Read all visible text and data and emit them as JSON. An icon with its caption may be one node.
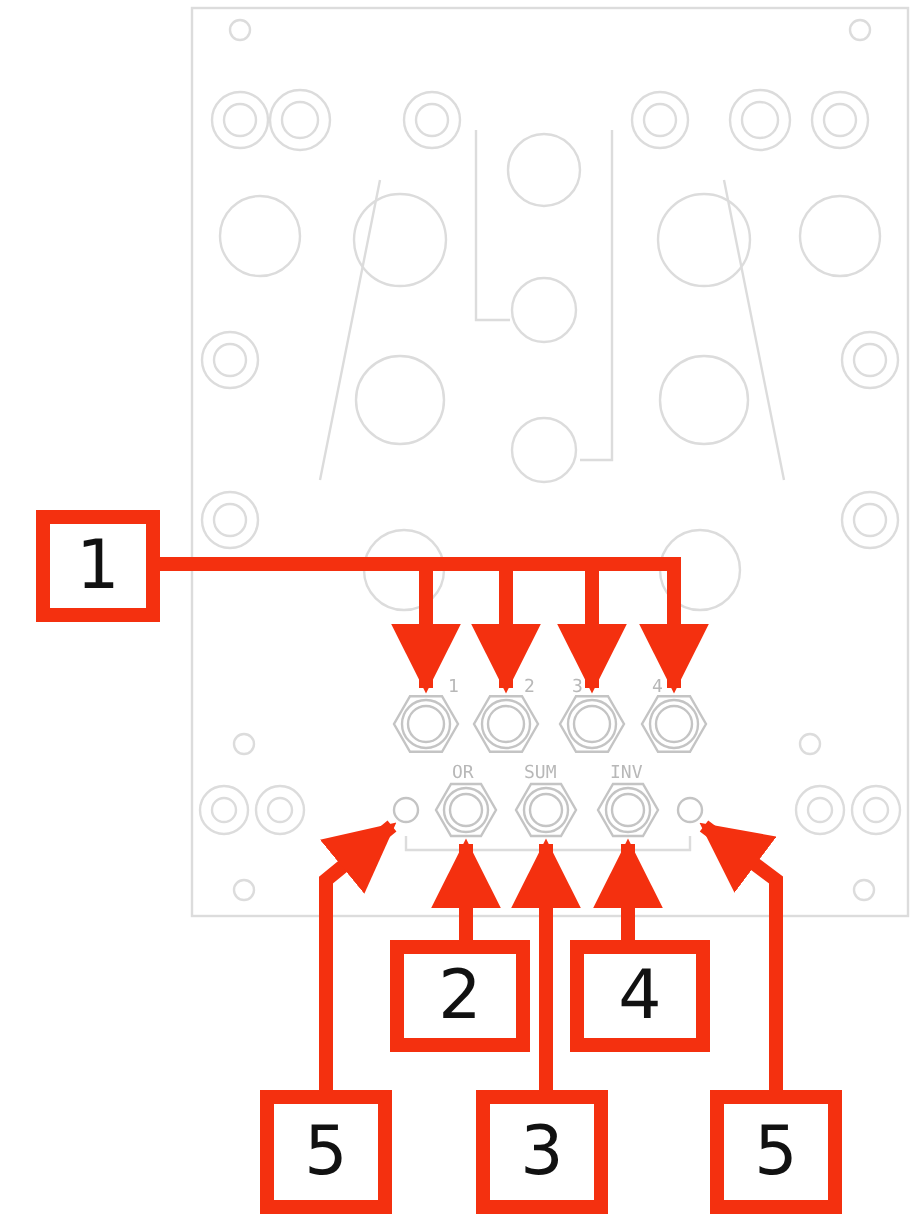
{
  "diagram": {
    "nodes": [
      {
        "text": [
          "1"
        ]
      },
      {
        "text": [],
        "shape": "circle"
      },
      {
        "text": [],
        "shape": "circle"
      },
      {
        "text": [],
        "shape": "circle"
      },
      {
        "text": [],
        "shape": "circle"
      },
      {
        "text": [],
        "shape": "circle"
      },
      {
        "text": [],
        "shape": "circle"
      },
      {
        "text": [],
        "shape": "circle"
      },
      {
        "text": [],
        "shape": "circle"
      },
      {
        "text": [],
        "shape": "circle"
      },
      {
        "text": [
          "2"
        ]
      },
      {
        "text": [
          "4"
        ]
      },
      {
        "text": [
          "5"
        ]
      },
      {
        "text": [
          "3"
        ]
      },
      {
        "text": [
          "5"
        ]
      }
    ],
    "edges": [
      {
        "from": 0,
        "to": 1,
        "arrow": "to"
      },
      {
        "from": 0,
        "to": 2,
        "arrow": "to"
      },
      {
        "from": 0,
        "to": 3,
        "arrow": "to"
      },
      {
        "from": 0,
        "to": 4,
        "arrow": "to"
      },
      {
        "from": 10,
        "to": 6,
        "arrow": "to"
      },
      {
        "from": 13,
        "to": 7,
        "arrow": "to"
      },
      {
        "from": 11,
        "to": 8,
        "arrow": "to"
      },
      {
        "from": 12,
        "to": 5,
        "arrow": "to"
      },
      {
        "from": 14,
        "to": 9,
        "arrow": "to"
      }
    ],
    "labels": [
      "1",
      "2",
      "3",
      "4",
      "OR",
      "SUM",
      "INV"
    ]
  }
}
